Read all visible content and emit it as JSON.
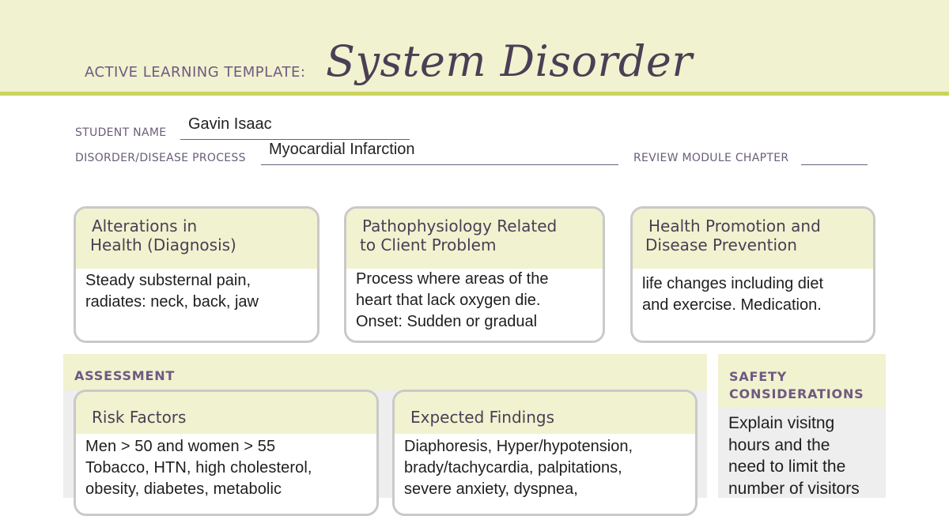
{
  "header": {
    "label": "ACTIVE LEARNING TEMPLATE:",
    "title": "System Disorder"
  },
  "fields": {
    "student_name_label": "STUDENT NAME",
    "student_name_value": "Gavin Isaac",
    "disorder_label": "DISORDER/DISEASE PROCESS",
    "disorder_value": "Myocardial Infarction",
    "review_module_label": "REVIEW MODULE CHAPTER",
    "review_module_value": ""
  },
  "top_boxes": [
    {
      "title": [
        "Alterations in",
        "Health (Diagnosis)"
      ],
      "lines": [
        "Steady substernal pain,",
        "radiates: neck, back, jaw"
      ]
    },
    {
      "title": [
        "Pathophysiology Related",
        "to Client Problem"
      ],
      "lines": [
        "Process where areas of the",
        "heart that lack oxygen die.",
        "Onset: Sudden or gradual"
      ]
    },
    {
      "title": [
        "Health Promotion and",
        "Disease Prevention"
      ],
      "lines": [
        "life changes including diet",
        "and exercise. Medication."
      ]
    }
  ],
  "assessment": {
    "heading": "ASSESSMENT",
    "risk_factors": {
      "title": "Risk Factors",
      "lines": [
        "Men > 50 and women > 55",
        "Tobacco, HTN, high cholesterol,",
        "obesity, diabetes, metabolic"
      ]
    },
    "expected_findings": {
      "title": "Expected Findings",
      "lines": [
        "Diaphoresis, Hyper/hypotension,",
        "brady/tachycardia, palpitations,",
        "severe anxiety, dyspnea,"
      ]
    }
  },
  "safety": {
    "heading": [
      "SAFETY",
      "CONSIDERATIONS"
    ],
    "lines": [
      "Explain visitng",
      "hours and the",
      "need to limit the",
      "number of visitors"
    ]
  },
  "colors": {
    "banner_bg": "#f1f2cf",
    "banner_rule": "#c9d35e",
    "label_purple": "#6e5a82",
    "box_border": "#c9c9c9",
    "section_gray": "#eeeeee"
  }
}
